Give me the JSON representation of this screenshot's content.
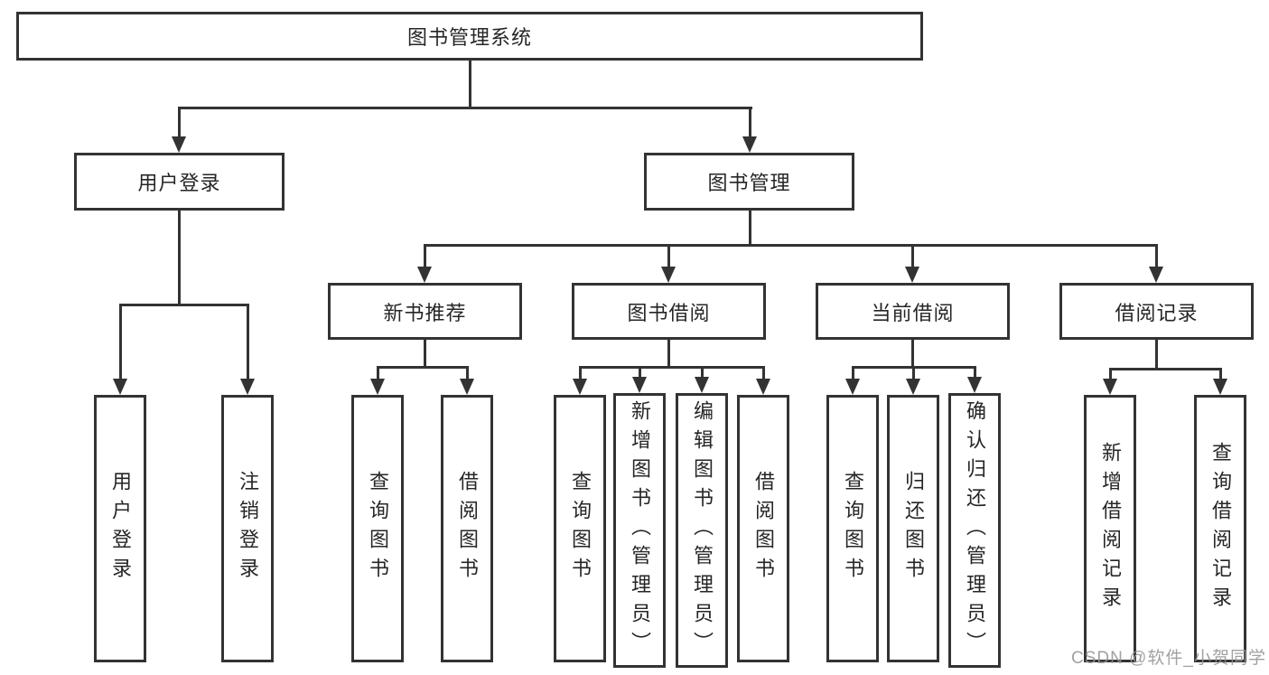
{
  "diagram_title": "图书管理系统",
  "nodes": {
    "root": "图书管理系统",
    "l2": [
      "用户登录",
      "图书管理"
    ],
    "l3": [
      "新书推荐",
      "图书借阅",
      "当前借阅",
      "借阅记录"
    ],
    "l4": [
      "用户登录",
      "注销登录",
      "查询图书",
      "借阅图书",
      "查询图书",
      "新增图书（管理员）",
      "编辑图书（管理员）",
      "借阅图书",
      "查询图书",
      "归还图书",
      "确认归还（管理员）",
      "新增借阅记录",
      "查询借阅记录"
    ]
  },
  "hierarchy": {
    "图书管理系统": [
      "用户登录",
      "图书管理"
    ],
    "用户登录": [
      "用户登录",
      "注销登录"
    ],
    "图书管理": [
      "新书推荐",
      "图书借阅",
      "当前借阅",
      "借阅记录"
    ],
    "新书推荐": [
      "查询图书",
      "借阅图书"
    ],
    "图书借阅": [
      "查询图书",
      "新增图书（管理员）",
      "编辑图书（管理员）",
      "借阅图书"
    ],
    "当前借阅": [
      "查询图书",
      "归还图书",
      "确认归还（管理员）"
    ],
    "借阅记录": [
      "新增借阅记录",
      "查询借阅记录"
    ]
  },
  "watermark": "CSDN @软件_小贺同学",
  "colors": {
    "line": "#333333",
    "text": "#262626",
    "box_bg": "#ffffff",
    "watermark": "#949494"
  }
}
